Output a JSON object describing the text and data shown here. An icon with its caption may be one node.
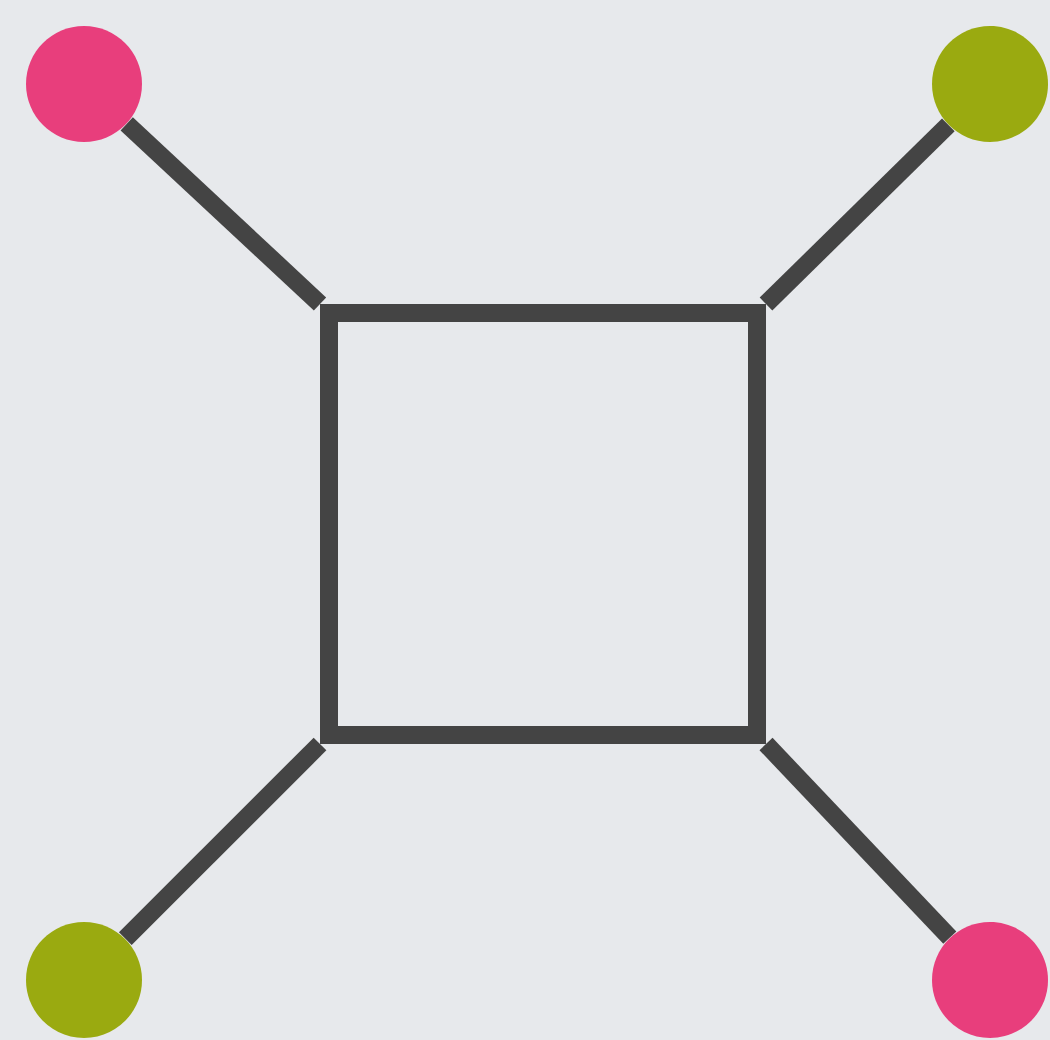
{
  "diagram": {
    "nodes": [
      {
        "text": [],
        "shape": "circle"
      },
      {
        "text": [],
        "shape": "circle"
      },
      {
        "text": [],
        "shape": "box"
      },
      {
        "text": [],
        "shape": "circle"
      },
      {
        "text": [],
        "shape": "circle"
      }
    ],
    "edges": [
      {
        "from": 0,
        "to": 2,
        "arrow": "none"
      },
      {
        "from": 1,
        "to": 2,
        "arrow": "none"
      },
      {
        "from": 3,
        "to": 2,
        "arrow": "none"
      },
      {
        "from": 4,
        "to": 2,
        "arrow": "none"
      }
    ]
  }
}
